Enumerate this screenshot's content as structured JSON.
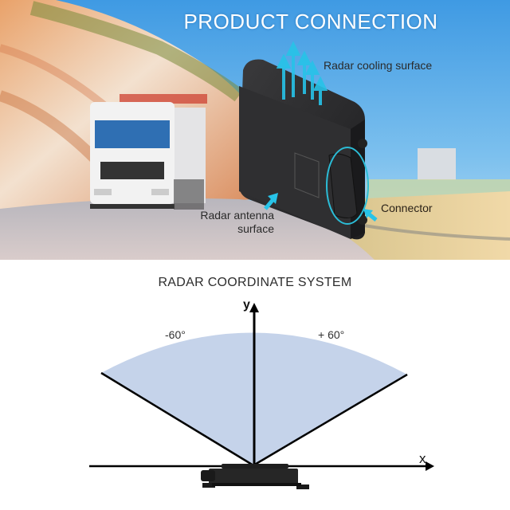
{
  "hero": {
    "title": "PRODUCT CONNECTION",
    "callouts": {
      "cooling": "Radar cooling surface",
      "antenna_line1": "Radar antenna",
      "antenna_line2": "surface",
      "connector": "Connector"
    },
    "colors": {
      "sky": "#4aa3e6",
      "accent_cyan": "#1fb6d9",
      "device_body": "#2b2b2d"
    }
  },
  "diagram": {
    "title": "RADAR COORDINATE SYSTEM",
    "axes": {
      "x_label": "x",
      "y_label": "y"
    },
    "angles": {
      "left": "-60°",
      "right": "+ 60°"
    },
    "colors": {
      "fov_fill": "#c5d3ea",
      "axis": "#000000"
    }
  }
}
